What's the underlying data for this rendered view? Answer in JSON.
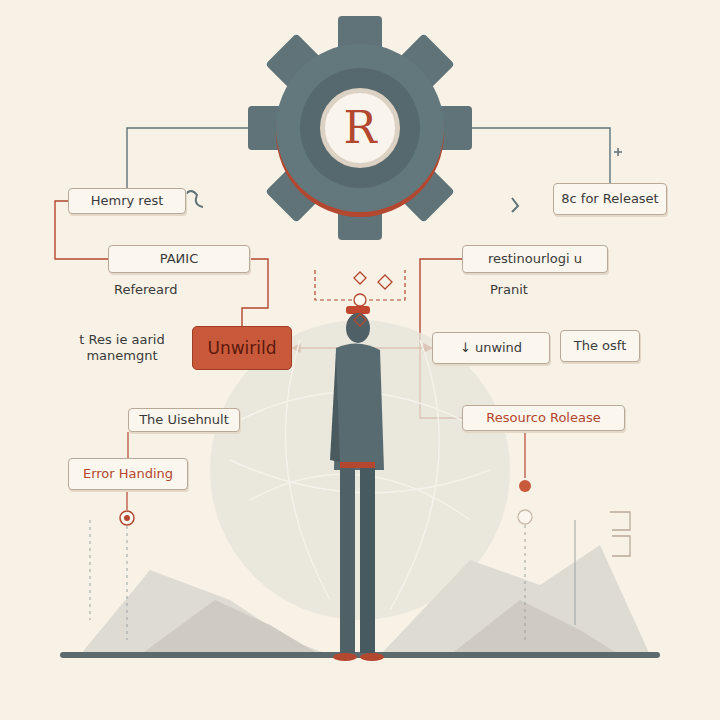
{
  "diagram": {
    "nodes": [
      {
        "text": [
          "R"
        ]
      },
      {
        "text": [
          "Hemry rest"
        ]
      },
      {
        "text": [
          "PAИIC"
        ]
      },
      {
        "text": [
          "Unwirild"
        ]
      },
      {
        "text": [
          "The Uisehnult"
        ]
      },
      {
        "text": [
          "Error Handing"
        ]
      },
      {
        "text": [
          "8c for Releaset"
        ]
      },
      {
        "text": [
          "restinourlogi u"
        ]
      },
      {
        "text": [
          "↓ unwind"
        ]
      },
      {
        "text": [
          "The osft"
        ]
      },
      {
        "text": [
          "Resourco Rolease"
        ]
      }
    ],
    "edges": [
      {
        "from": 0,
        "to": 1,
        "arrow": "none"
      },
      {
        "from": 0,
        "to": 6,
        "arrow": "none"
      },
      {
        "from": 1,
        "to": 2,
        "arrow": "none"
      },
      {
        "from": 2,
        "to": 3,
        "arrow": "none"
      },
      {
        "from": 3,
        "to": 8,
        "arrow": "both"
      },
      {
        "from": 7,
        "to": 10,
        "arrow": "none"
      }
    ],
    "labels": [
      "Refereard",
      "t Res ie aarid manemgnt",
      "Pranit"
    ]
  }
}
